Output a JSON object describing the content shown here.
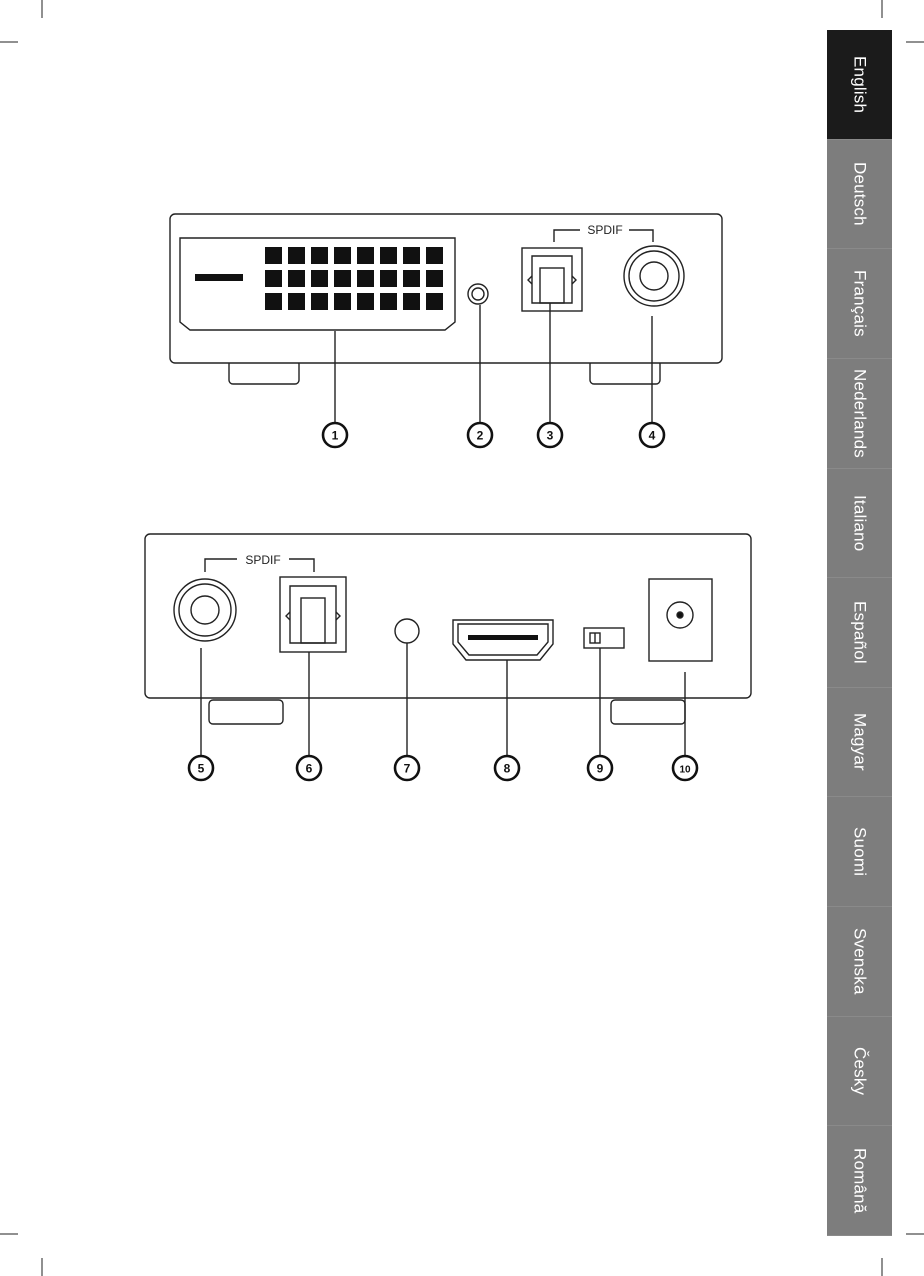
{
  "colors": {
    "line": "#222222",
    "fill_dark": "#111111",
    "tab_active": "#1b1b1b",
    "tab_inactive": "#7d7d7d",
    "tab_text": "#ffffff"
  },
  "top_panel": {
    "spdif_label": "SPDIF",
    "callouts": [
      "1",
      "2",
      "3",
      "4"
    ]
  },
  "bottom_panel": {
    "spdif_label": "SPDIF",
    "callouts": [
      "5",
      "6",
      "7",
      "8",
      "9",
      "10"
    ]
  },
  "languages": [
    {
      "label": "English",
      "active": true
    },
    {
      "label": "Deutsch",
      "active": false
    },
    {
      "label": "Français",
      "active": false
    },
    {
      "label": "Nederlands",
      "active": false
    },
    {
      "label": "Italiano",
      "active": false
    },
    {
      "label": "Español",
      "active": false
    },
    {
      "label": "Magyar",
      "active": false
    },
    {
      "label": "Suomi",
      "active": false
    },
    {
      "label": "Svenska",
      "active": false
    },
    {
      "label": "Česky",
      "active": false
    },
    {
      "label": "Română",
      "active": false
    }
  ]
}
